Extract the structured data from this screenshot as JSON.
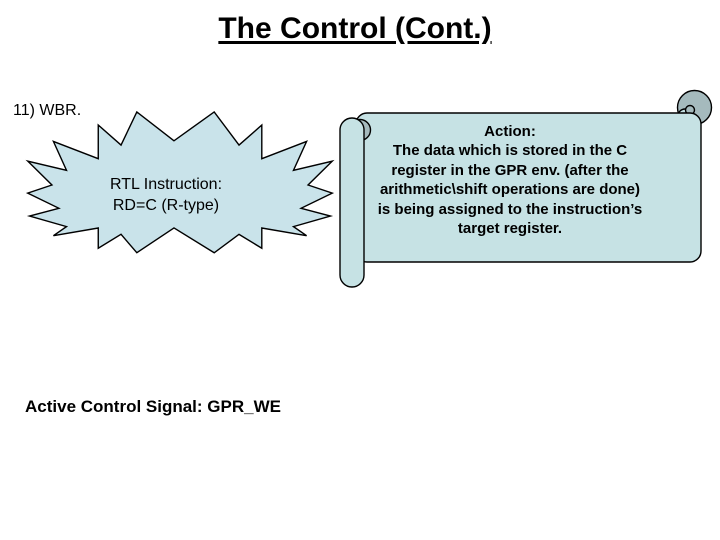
{
  "slide": {
    "title": "The Control (Cont.)",
    "item_label": "11) WBR.",
    "burst": {
      "shape": "explosion-starburst",
      "lines": [
        "RTL Instruction:",
        "RD=C (R-type)"
      ]
    },
    "scroll": {
      "shape": "vertical-scroll",
      "lines": [
        "Action:",
        "The data which is stored in the C",
        "register in the GPR env. (after the",
        "arithmetic\\shift operations are done)",
        "is being assigned to the instruction’s",
        "target register."
      ]
    },
    "footer": "Active Control Signal: GPR_WE",
    "colors": {
      "background": "#ffffff",
      "text": "#000000",
      "outline": "#000000",
      "burst_fill": "#c9e3ea",
      "scroll_fill": "#c6e2e4",
      "curl_fill": "#a5babd"
    }
  }
}
